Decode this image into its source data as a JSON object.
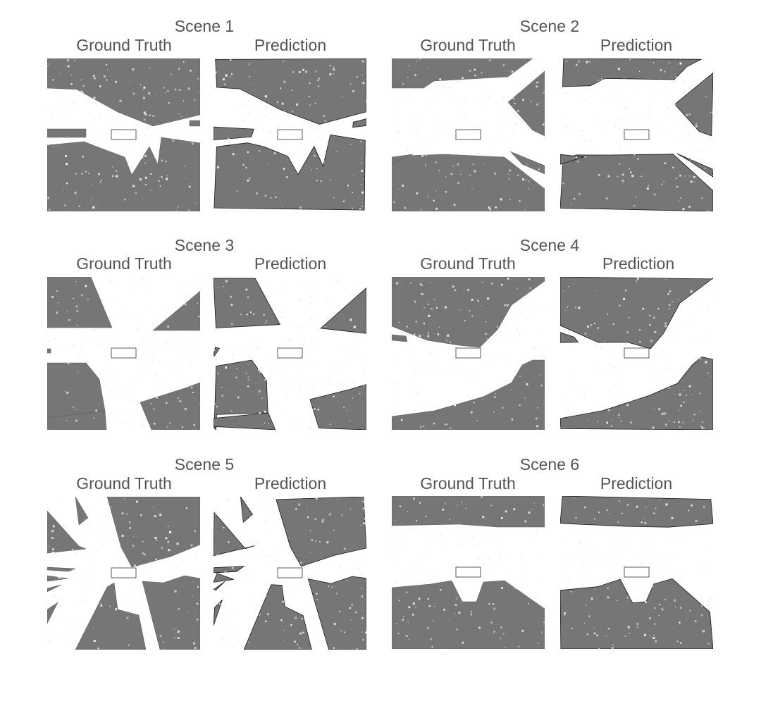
{
  "scenes": [
    {
      "title": "Scene 1",
      "gt_label": "Ground Truth",
      "pred_label": "Prediction"
    },
    {
      "title": "Scene 2",
      "gt_label": "Ground Truth",
      "pred_label": "Prediction"
    },
    {
      "title": "Scene 3",
      "gt_label": "Ground Truth",
      "pred_label": "Prediction"
    },
    {
      "title": "Scene 4",
      "gt_label": "Ground Truth",
      "pred_label": "Prediction"
    },
    {
      "title": "Scene 5",
      "gt_label": "Ground Truth",
      "pred_label": "Prediction"
    },
    {
      "title": "Scene 6",
      "gt_label": "Ground Truth",
      "pred_label": "Prediction"
    }
  ],
  "colors": {
    "occupied": "#767676",
    "free": "#ffffff",
    "noise": "#f2f2f2",
    "edge": "#1a1a1a",
    "label": "#555555"
  }
}
